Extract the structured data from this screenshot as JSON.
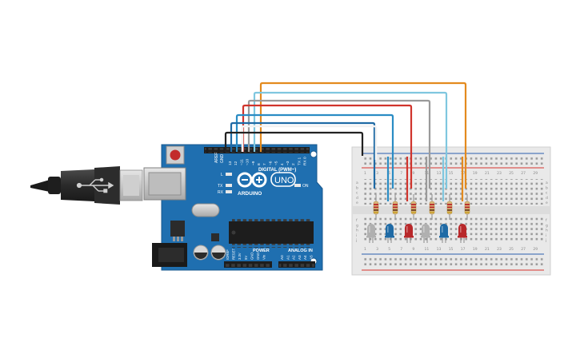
{
  "colors": {
    "board": "#1f6fb0",
    "board_dark": "#174f80",
    "breadboard": "#e9e9e9",
    "rail_red": "#d8322d",
    "rail_blue": "#2a5fb0",
    "wire_orange": "#e38a1e",
    "wire_lightblue": "#7fc7df",
    "wire_gray": "#9a9a9a",
    "wire_red": "#d0342c",
    "wire_blue": "#2a8cc4",
    "wire_darkblue": "#1f6aa5",
    "wire_white": "#f2f2f2",
    "wire_black": "#222222",
    "led_gray": "#b0b0b0",
    "led_blue": "#1f6aa5",
    "led_red": "#b8282a"
  },
  "arduino": {
    "logo_text": "ARDUINO",
    "model_text": "UNO",
    "digital_label": "DIGITAL (PWM~)",
    "power_label": "POWER",
    "analog_label": "ANALOG IN",
    "tx_label": "TX",
    "rx_label": "RX",
    "l_label": "L",
    "on_label": "ON",
    "aref_label": "AREF",
    "gnd_label": "GND",
    "digital_pins": [
      "13",
      "12",
      "~11",
      "~10",
      "~9",
      "8",
      "7",
      "~6",
      "~5",
      "4",
      "~3",
      "2",
      "TX 1",
      "RX 0"
    ],
    "power_pins": [
      "IOREF",
      "RESET",
      "3.3V",
      "5V",
      "GND",
      "GND",
      "Vin"
    ],
    "analog_pins": [
      "A0",
      "A1",
      "A2",
      "A3",
      "A4",
      "A5"
    ]
  },
  "breadboard": {
    "column_numbers": [
      "1",
      "3",
      "5",
      "7",
      "9",
      "11",
      "13",
      "15",
      "17",
      "19",
      "21",
      "23",
      "25",
      "27",
      "29"
    ],
    "row_letters_top": [
      "a",
      "b",
      "c",
      "d",
      "e"
    ],
    "row_letters_bottom": [
      "f",
      "g",
      "h",
      "i",
      "j"
    ]
  },
  "leds": [
    {
      "name": "led-1",
      "color": "gray"
    },
    {
      "name": "led-2",
      "color": "blue"
    },
    {
      "name": "led-3",
      "color": "red"
    },
    {
      "name": "led-4",
      "color": "gray"
    },
    {
      "name": "led-5",
      "color": "blue"
    },
    {
      "name": "led-6",
      "color": "red"
    }
  ]
}
